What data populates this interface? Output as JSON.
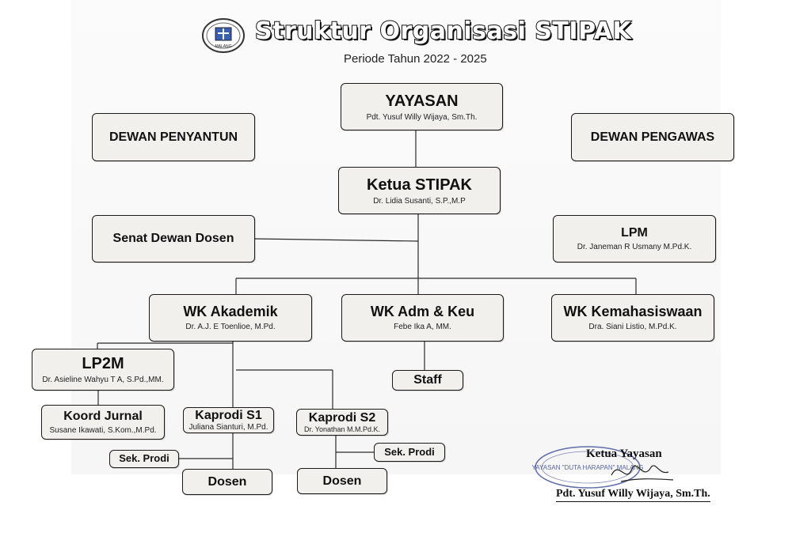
{
  "header": {
    "title": "Struktur Organisasi STIPAK",
    "period": "Periode Tahun 2022 - 2025"
  },
  "logo": {
    "icon": "institution-seal-icon",
    "text": "MALANG"
  },
  "nodes": {
    "yayasan": {
      "title": "YAYASAN",
      "name": "Pdt. Yusuf Willy Wijaya, Sm.Th."
    },
    "dewan_penyantun": {
      "title": "DEWAN PENYANTUN"
    },
    "dewan_pengawas": {
      "title": "DEWAN PENGAWAS"
    },
    "ketua": {
      "title": "Ketua STIPAK",
      "name": "Dr. Lidia Susanti, S.P.,M.P"
    },
    "senat": {
      "title": "Senat Dewan Dosen"
    },
    "lpm": {
      "title": "LPM",
      "name": "Dr. Janeman R Usmany M.Pd.K."
    },
    "wk_akademik": {
      "title": "WK Akademik",
      "name": "Dr. A.J. E Toenlioe, M.Pd."
    },
    "wk_adm": {
      "title": "WK Adm & Keu",
      "name": "Febe Ika A, MM."
    },
    "wk_kemahasiswaan": {
      "title": "WK Kemahasiswaan",
      "name": "Dra. Siani Listio, M.Pd.K."
    },
    "lp2m": {
      "title": "LP2M",
      "name": "Dr. Asieline Wahyu T A, S.Pd.,MM."
    },
    "staff": {
      "title": "Staff"
    },
    "koord_jurnal": {
      "title": "Koord Jurnal",
      "name": "Susane Ikawati, S.Kom.,M.Pd."
    },
    "kaprodi_s1": {
      "title": "Kaprodi S1",
      "name": "Juliana Sianturi, M.Pd."
    },
    "kaprodi_s2": {
      "title": "Kaprodi S2",
      "name": "Dr. Yonathan M.M.Pd.K."
    },
    "sek_prodi_1": {
      "title": "Sek. Prodi"
    },
    "sek_prodi_2": {
      "title": "Sek. Prodi"
    },
    "dosen_1": {
      "title": "Dosen"
    },
    "dosen_2": {
      "title": "Dosen"
    }
  },
  "signature": {
    "role": "Ketua Yayasan",
    "name": "Pdt. Yusuf Willy Wijaya, Sm.Th.",
    "stamp_text": "YAYASAN \"DUTA HARAPAN\" MALANG"
  },
  "colors": {
    "box_fill": "#f2f0ec",
    "line": "#2a2a2a",
    "stamp": "#2f3f8f"
  }
}
